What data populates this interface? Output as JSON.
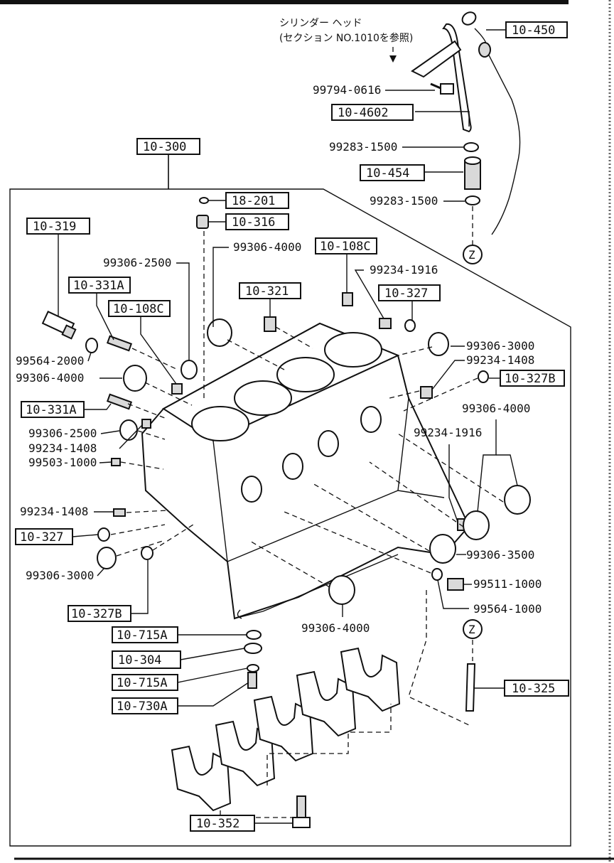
{
  "note": {
    "line1": "シリンダー ヘッド",
    "line2": "(セクション NO.1010を参照)"
  },
  "boxed_refs": [
    {
      "id": "10-450"
    },
    {
      "id": "10-4602"
    },
    {
      "id": "10-454"
    },
    {
      "id": "10-300"
    },
    {
      "id": "18-201"
    },
    {
      "id": "10-316"
    },
    {
      "id": "10-319"
    },
    {
      "id": "10-108C"
    },
    {
      "id": "10-331A"
    },
    {
      "id": "10-108C"
    },
    {
      "id": "10-321"
    },
    {
      "id": "10-327"
    },
    {
      "id": "10-327B"
    },
    {
      "id": "10-331A"
    },
    {
      "id": "10-327"
    },
    {
      "id": "10-327B"
    },
    {
      "id": "10-715A"
    },
    {
      "id": "10-304"
    },
    {
      "id": "10-715A"
    },
    {
      "id": "10-730A"
    },
    {
      "id": "10-325"
    },
    {
      "id": "10-352"
    }
  ],
  "part_numbers": [
    {
      "id": "99794-0616"
    },
    {
      "id": "99283-1500"
    },
    {
      "id": "99283-1500"
    },
    {
      "id": "99306-4000"
    },
    {
      "id": "99306-2500"
    },
    {
      "id": "99234-1916"
    },
    {
      "id": "99306-3000"
    },
    {
      "id": "99564-2000"
    },
    {
      "id": "99234-1408"
    },
    {
      "id": "99306-4000"
    },
    {
      "id": "99306-4000"
    },
    {
      "id": "99306-2500"
    },
    {
      "id": "99234-1408"
    },
    {
      "id": "99503-1000"
    },
    {
      "id": "99234-1916"
    },
    {
      "id": "99234-1408"
    },
    {
      "id": "99306-3500"
    },
    {
      "id": "99306-3000"
    },
    {
      "id": "99511-1000"
    },
    {
      "id": "99564-1000"
    },
    {
      "id": "99306-4000"
    }
  ],
  "markers": {
    "z_top": "Z",
    "z_bottom": "Z"
  }
}
